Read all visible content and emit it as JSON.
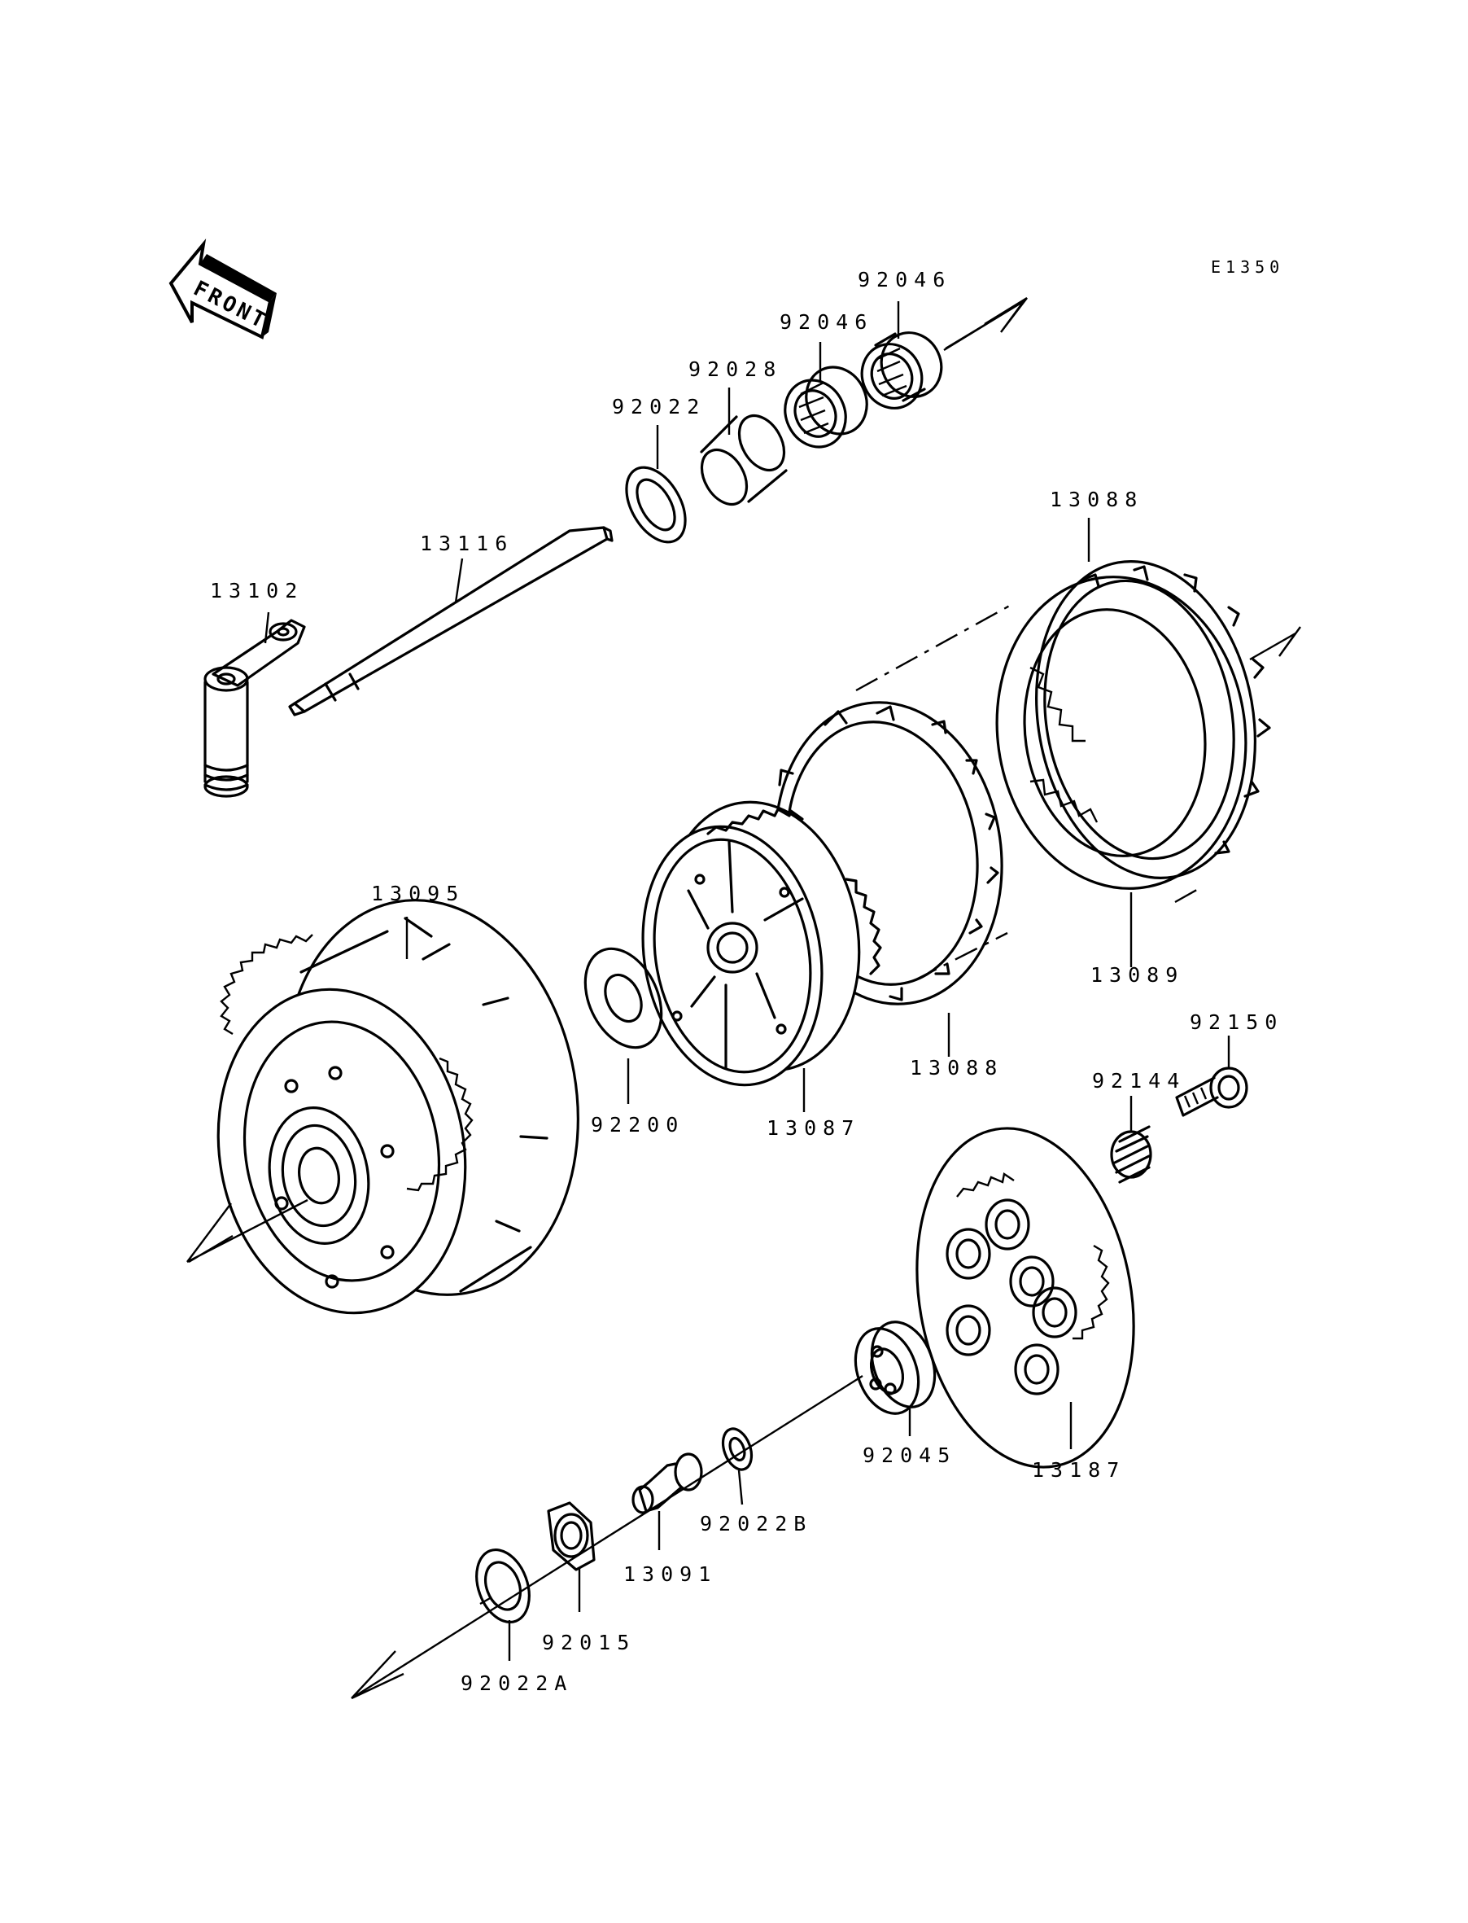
{
  "diagram": {
    "code": "E1350",
    "front_label": "FRONT",
    "parts": [
      {
        "id": "p92046a",
        "number": "92046"
      },
      {
        "id": "p92046b",
        "number": "92046"
      },
      {
        "id": "p92028",
        "number": "92028"
      },
      {
        "id": "p92022",
        "number": "92022"
      },
      {
        "id": "p13088a",
        "number": "13088"
      },
      {
        "id": "p13116",
        "number": "13116"
      },
      {
        "id": "p13102",
        "number": "13102"
      },
      {
        "id": "p13095",
        "number": "13095"
      },
      {
        "id": "p13089",
        "number": "13089"
      },
      {
        "id": "p92150",
        "number": "92150"
      },
      {
        "id": "p92144",
        "number": "92144"
      },
      {
        "id": "p13088b",
        "number": "13088"
      },
      {
        "id": "p92200",
        "number": "92200"
      },
      {
        "id": "p13087",
        "number": "13087"
      },
      {
        "id": "p92045",
        "number": "92045"
      },
      {
        "id": "p13187",
        "number": "13187"
      },
      {
        "id": "p92022B",
        "number": "92022B"
      },
      {
        "id": "p13091",
        "number": "13091"
      },
      {
        "id": "p92015",
        "number": "92015"
      },
      {
        "id": "p92022A",
        "number": "92022A"
      }
    ]
  }
}
